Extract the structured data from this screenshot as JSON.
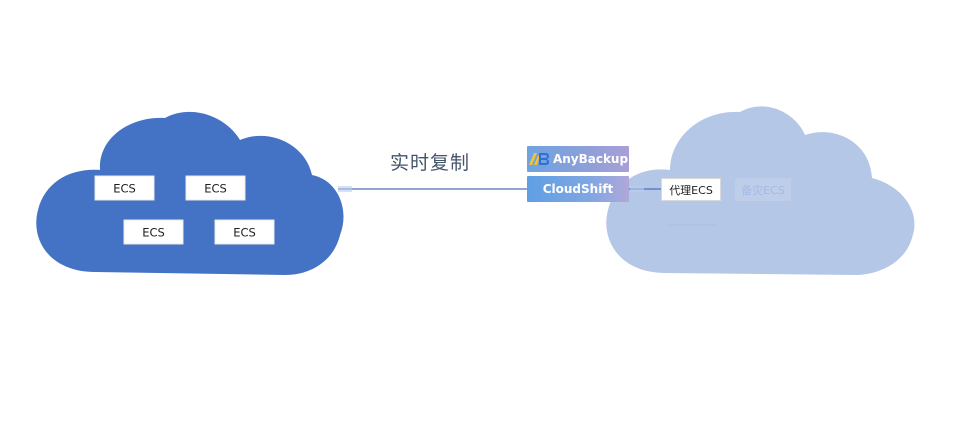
{
  "diagram": {
    "source_cloud": {
      "color": "#4472c4",
      "nodes": [
        "ECS",
        "ECS",
        "ECS",
        "ECS"
      ]
    },
    "sync_label": "实时复制",
    "products": {
      "anybackup_label": "AnyBackup",
      "cloudshift_label": "CloudShift"
    },
    "target_cloud": {
      "color": "#b4c7e7",
      "proxy_label": "代理ECS",
      "standby_label": "备灾ECS"
    },
    "colors": {
      "line": "#4a73b8",
      "logo_yellow": "#f5c230",
      "logo_blue": "#2f6fd6"
    }
  }
}
